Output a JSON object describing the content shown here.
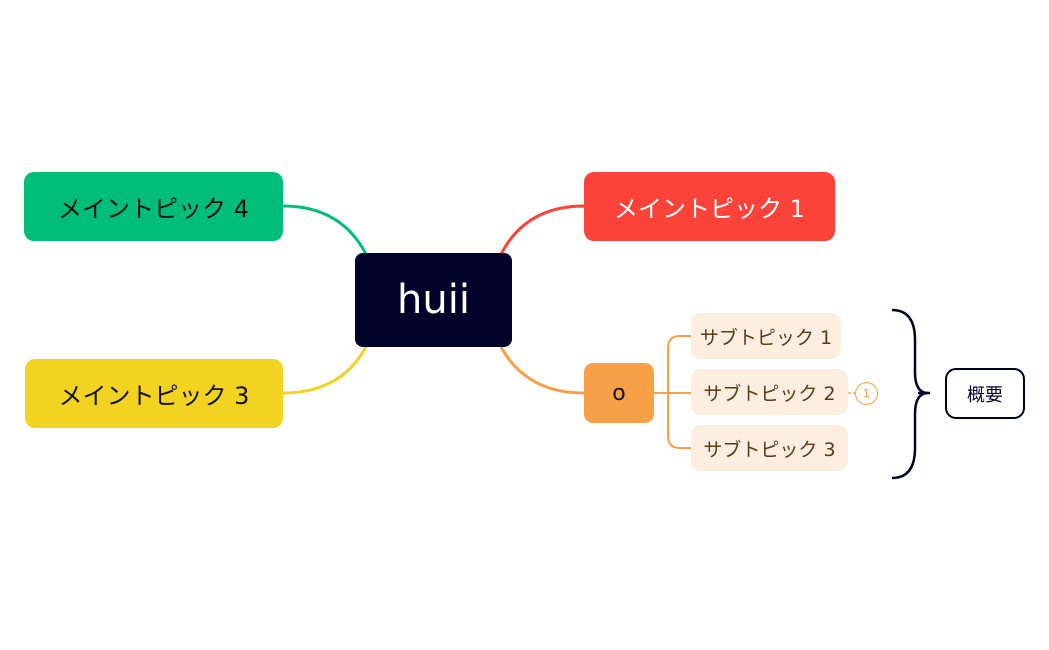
{
  "central": {
    "label": "huii",
    "color": "#000229"
  },
  "main_topics": [
    {
      "label": "メイントピック 1",
      "color": "#FC433A"
    },
    {
      "label": "メイントピック 4",
      "color": "#00BD7A"
    },
    {
      "label": "メイントピック 3",
      "color": "#F3D321"
    },
    {
      "label": "o",
      "color": "#F7A047"
    }
  ],
  "subtopics": [
    {
      "label": "サブトピック 1"
    },
    {
      "label": "サブトピック 2",
      "badge": "1"
    },
    {
      "label": "サブトピック 3"
    }
  ],
  "summary": {
    "label": "概要"
  },
  "colors": {
    "subtopic_fill": "#FDEEDF",
    "summary_bracket": "#000229"
  }
}
